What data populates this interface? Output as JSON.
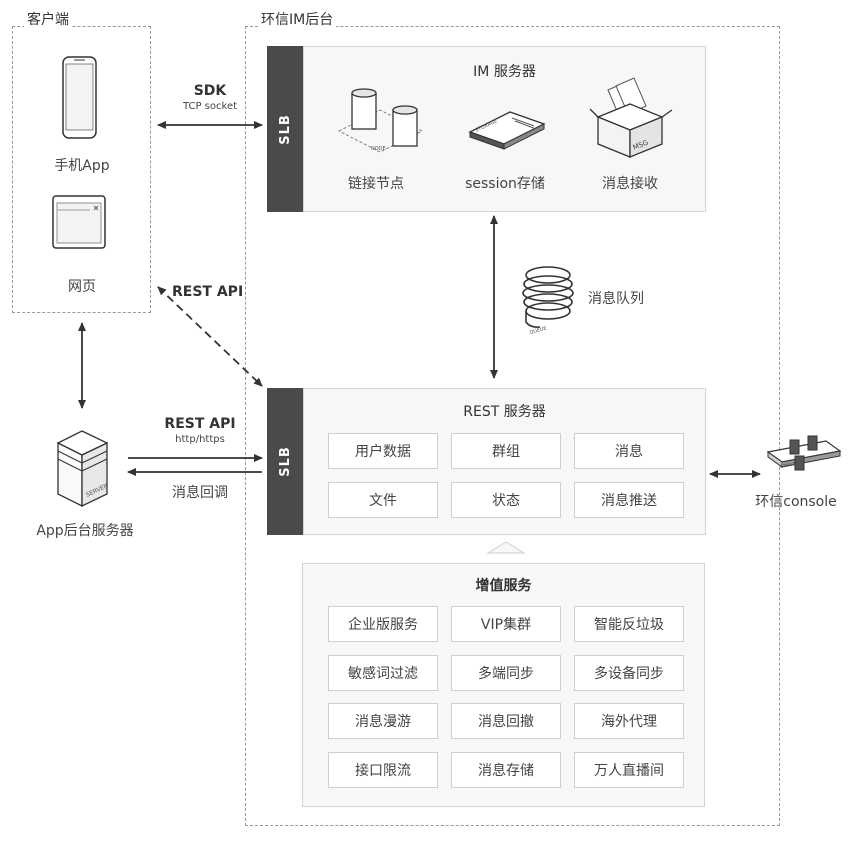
{
  "client": {
    "title": "客户端",
    "mobile_label": "手机App",
    "web_label": "网页"
  },
  "backend": {
    "title": "环信IM后台",
    "im_server": {
      "title": "IM 服务器",
      "slb": "SLB",
      "items": [
        "链接节点",
        "session存储",
        "消息接收"
      ],
      "node_tag": "NODE",
      "storage_tag": "STORAGE",
      "msg_tag": "MSG"
    },
    "queue": {
      "label": "消息队列",
      "tag": "QUEUE"
    },
    "rest_server": {
      "title": "REST 服务器",
      "slb": "SLB",
      "cells": [
        "用户数据",
        "群组",
        "消息",
        "文件",
        "状态",
        "消息推送"
      ]
    },
    "value_added": {
      "title": "增值服务",
      "cells": [
        "企业版服务",
        "VIP集群",
        "智能反垃圾",
        "敏感词过滤",
        "多端同步",
        "多设备同步",
        "消息漫游",
        "消息回撤",
        "海外代理",
        "接口限流",
        "消息存储",
        "万人直播间"
      ]
    }
  },
  "connections": {
    "sdk_label": "SDK",
    "sdk_sub": "TCP socket",
    "rest_api_dashed": "REST API",
    "rest_api": "REST API",
    "rest_sub": "http/https",
    "callback": "消息回调"
  },
  "app_server": {
    "label": "App后台服务器",
    "tag": "SERVER"
  },
  "console": {
    "label": "环信console",
    "tag": "CONSOLE"
  }
}
